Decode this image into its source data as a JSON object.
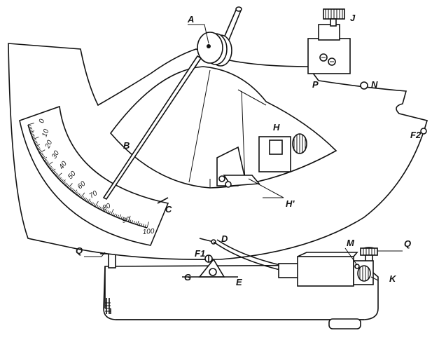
{
  "labels": {
    "A": "A",
    "B": "B",
    "C": "C",
    "D": "D",
    "E": "E",
    "F1": "F1",
    "F2": "F2",
    "G": "G",
    "H": "H",
    "H_prime": "H'",
    "J": "J",
    "K": "K",
    "M": "M",
    "N": "N",
    "P": "P",
    "Q_left": "Q",
    "Q_right": "Q"
  },
  "scale": {
    "ticks": [
      "0",
      "10",
      "20",
      "30",
      "40",
      "50",
      "60",
      "70",
      "80",
      "90",
      "100"
    ]
  },
  "icons": {
    "levelling_screw": "knurled-screw-icon",
    "clamp_screw": "knurled-screw-icon"
  }
}
